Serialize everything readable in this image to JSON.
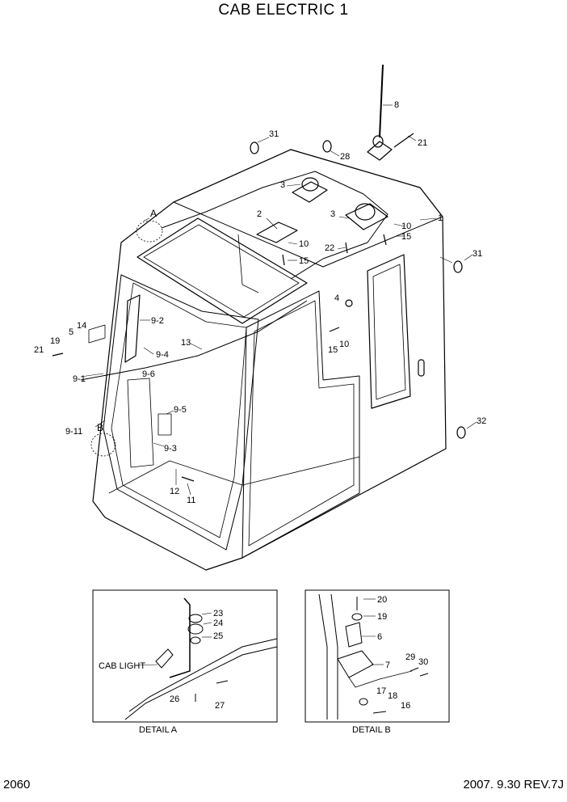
{
  "title": "CAB ELECTRIC 1",
  "footer": {
    "page": "2060",
    "revision": "2007. 9.30  REV.7J"
  },
  "callouts": [
    "31",
    "28",
    "8",
    "21",
    "3",
    "2",
    "3",
    "10",
    "15",
    "1",
    "10",
    "15",
    "22",
    "31",
    "A",
    "4",
    "15",
    "10",
    "14",
    "5",
    "19",
    "21",
    "13",
    "9-2",
    "9-4",
    "9-1",
    "9-6",
    "9-5",
    "9-11",
    "B",
    "9-3",
    "12",
    "11",
    "32"
  ],
  "detail_a": {
    "caption": "DETAIL A",
    "cab_light": "CAB LIGHT",
    "callouts": [
      "23",
      "24",
      "25",
      "26",
      "27"
    ]
  },
  "detail_b": {
    "caption": "DETAIL B",
    "callouts": [
      "20",
      "19",
      "6",
      "7",
      "29",
      "30",
      "17",
      "18",
      "16"
    ]
  }
}
